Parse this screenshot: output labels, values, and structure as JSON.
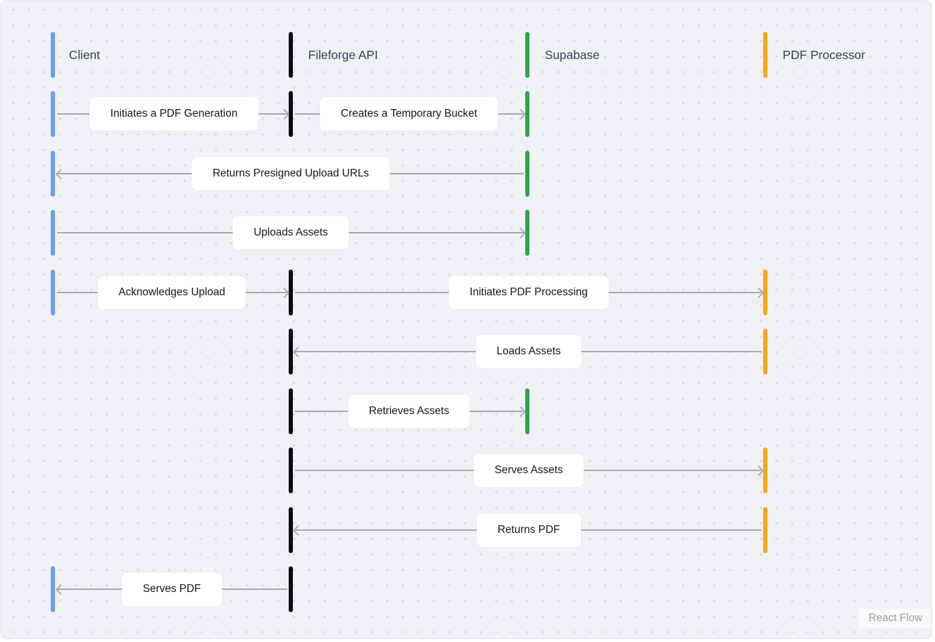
{
  "diagram": {
    "type": "sequence-diagram",
    "tool": "React Flow"
  },
  "lanes": [
    {
      "id": "client",
      "label": "Client",
      "color": "#64a0f2"
    },
    {
      "id": "fileforge",
      "label": "Fileforge API",
      "color": "#0b0b0c"
    },
    {
      "id": "supabase",
      "label": "Supabase",
      "color": "#2da44c"
    },
    {
      "id": "pdf",
      "label": "PDF Processor",
      "color": "#fca40c"
    }
  ],
  "edges": [
    {
      "label": "Initiates a PDF Generation",
      "from": "Client",
      "to": "Fileforge API",
      "direction": "right"
    },
    {
      "label": "Creates a Temporary Bucket",
      "from": "Fileforge API",
      "to": "Supabase",
      "direction": "right"
    },
    {
      "label": "Returns Presigned Upload URLs",
      "from": "Supabase",
      "to": "Client",
      "direction": "left"
    },
    {
      "label": "Uploads Assets",
      "from": "Client",
      "to": "Supabase",
      "direction": "right"
    },
    {
      "label": "Acknowledges Upload",
      "from": "Client",
      "to": "Fileforge API",
      "direction": "right"
    },
    {
      "label": "Initiates PDF Processing",
      "from": "Fileforge API",
      "to": "PDF Processor",
      "direction": "right"
    },
    {
      "label": "Loads Assets",
      "from": "PDF Processor",
      "to": "Fileforge API",
      "direction": "left"
    },
    {
      "label": "Retrieves Assets",
      "from": "Fileforge API",
      "to": "Supabase",
      "direction": "right"
    },
    {
      "label": "Serves Assets",
      "from": "Fileforge API",
      "to": "PDF Processor",
      "direction": "right"
    },
    {
      "label": "Returns PDF",
      "from": "PDF Processor",
      "to": "Fileforge API",
      "direction": "left"
    },
    {
      "label": "Serves PDF",
      "from": "Fileforge API",
      "to": "Client",
      "direction": "left"
    }
  ],
  "attribution": {
    "label": "React Flow"
  },
  "colors": {
    "background": "#f0f1f4",
    "grid_dot": "#d4d6da",
    "edge": "#a5a9af",
    "lane_label_text": "#35425a",
    "message_text": "#131417",
    "message_background": "#ffffff",
    "attribution_text": "#9aa0a7"
  }
}
